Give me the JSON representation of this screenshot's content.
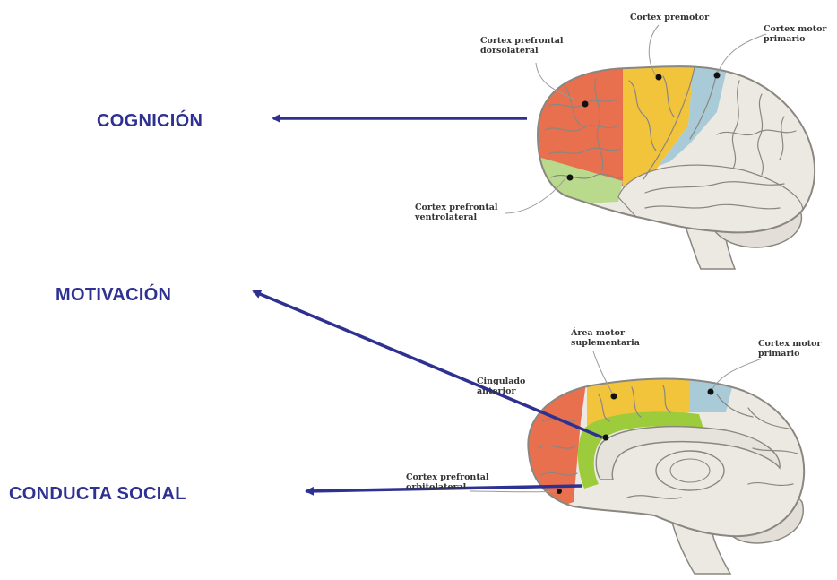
{
  "headings": {
    "cognition": "COGNICIÓN",
    "motivation": "MOTIVACIÓN",
    "social": "CONDUCTA SOCIAL"
  },
  "top_brain": {
    "premotor": "Cortex premotor",
    "motor_l1": "Cortex motor",
    "motor_l2": "primario",
    "dlpfc_l1": "Cortex prefrontal",
    "dlpfc_l2": "dorsolateral",
    "vlpfc_l1": "Cortex prefrontal",
    "vlpfc_l2": "ventrolateral"
  },
  "bottom_brain": {
    "sma_l1": "Área motor",
    "sma_l2": "suplementaria",
    "motor_l1": "Cortex motor",
    "motor_l2": "primario",
    "cing_l1": "Cingulado",
    "cing_l2": "anterior",
    "ofc_l1": "Cortex prefrontal",
    "ofc_l2": "orbitolateral"
  },
  "colors": {
    "arrow": "#2e3192",
    "dlpfc": "#e8704f",
    "premotor": "#f2c43b",
    "motor": "#a9cbd8",
    "vlpfc": "#b9d98c",
    "cingulate": "#9ccc3c",
    "brain": "#ece9e3",
    "outline": "#8a8680"
  }
}
